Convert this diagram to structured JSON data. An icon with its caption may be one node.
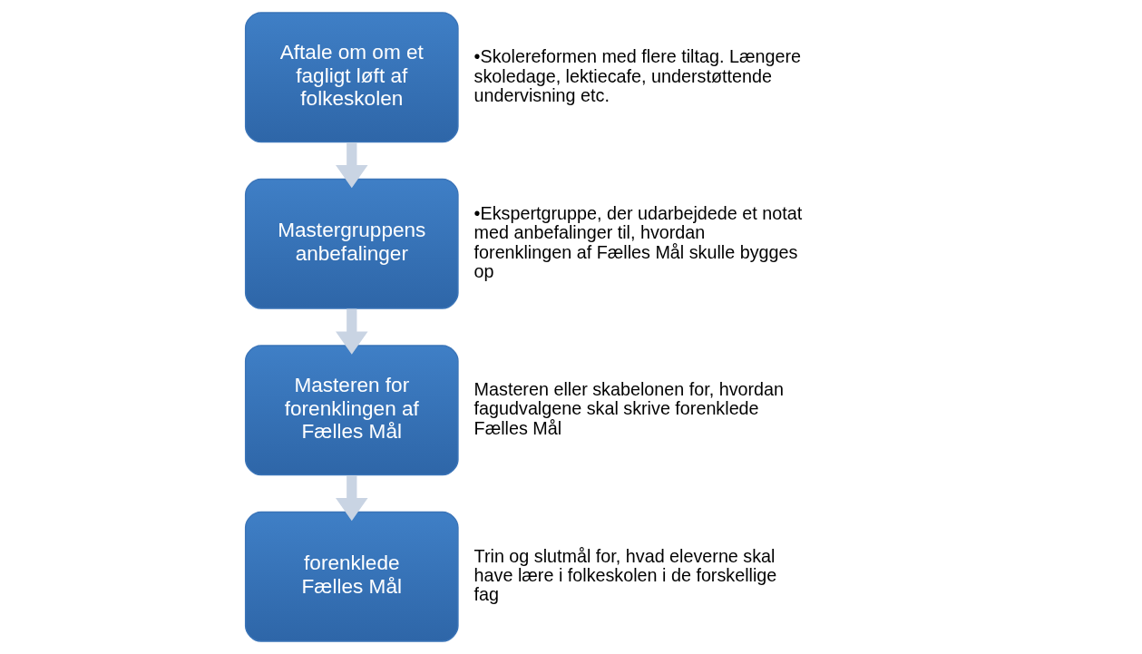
{
  "diagram": {
    "nodes": [
      {
        "text": [
          "Aftale om om et fagligt løft af folkeskolen"
        ],
        "beside": [
          "•Skolereformen med flere tiltag. Længere skoledage, lektiecafe, understøttende undervisning etc."
        ]
      },
      {
        "text": [
          "Mastergruppens anbefalinger"
        ],
        "beside": [
          "•Ekspertgruppe, der udarbejdede et notat med anbefalinger til, hvordan forenklingen af Fælles Mål skulle bygges op"
        ]
      },
      {
        "text": [
          "Masteren for forenklingen af Fælles Mål"
        ],
        "beside": [
          "Masteren eller skabelonen for, hvordan fagudvalgene skal skrive forenklede Fælles Mål"
        ]
      },
      {
        "text": [
          "forenklede Fælles Mål"
        ],
        "beside": [
          "Trin og slutmål for, hvad eleverne skal have lære i folkeskolen i de forskellige fag"
        ]
      }
    ],
    "edges": [
      {
        "from": 0,
        "to": 1,
        "arrow": "to"
      },
      {
        "from": 1,
        "to": 2,
        "arrow": "to"
      },
      {
        "from": 2,
        "to": 3,
        "arrow": "to"
      }
    ]
  }
}
